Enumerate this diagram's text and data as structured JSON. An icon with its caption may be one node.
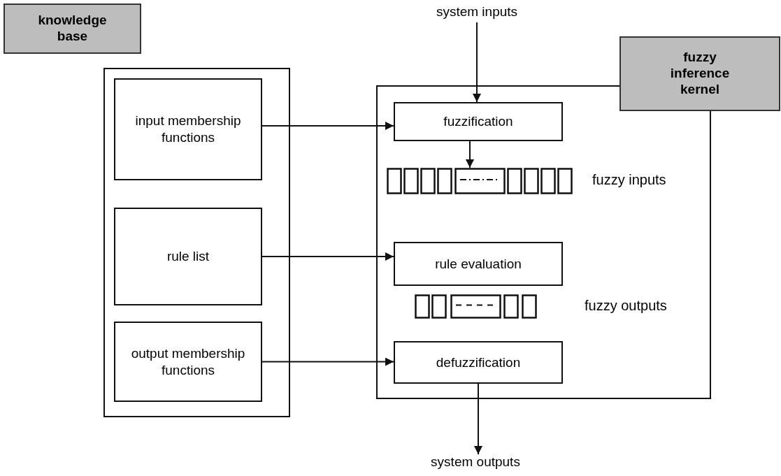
{
  "diagram": {
    "nodes": [
      {
        "text": [
          "knowledge base"
        ]
      },
      {
        "text": [
          "input membership functions"
        ],
        "in": 0
      },
      {
        "text": [
          "rule list"
        ],
        "in": 0
      },
      {
        "text": [
          "output membership functions"
        ],
        "in": 0
      },
      {
        "text": [
          "fuzzy inference kernel"
        ]
      },
      {
        "text": [
          "fuzzification"
        ],
        "in": 4
      },
      {
        "text": [
          "rule evaluation"
        ],
        "in": 4
      },
      {
        "text": [
          "defuzzification"
        ],
        "in": 4
      },
      {
        "text": [
          "system inputs"
        ]
      },
      {
        "text": [
          "system outputs"
        ]
      },
      {
        "text": [],
        "shape": "box",
        "in": 4,
        "beside": [
          "fuzzy inputs"
        ]
      },
      {
        "text": [],
        "shape": "box",
        "in": 4
      }
    ],
    "labels": [
      "fuzzy outputs"
    ],
    "edges": [
      {
        "from": 8,
        "to": 5,
        "arrow": "to"
      },
      {
        "from": 1,
        "to": 5,
        "arrow": "to"
      },
      {
        "from": 5,
        "to": 10,
        "arrow": "to"
      },
      {
        "from": 2,
        "to": 6,
        "arrow": "to"
      },
      {
        "from": 3,
        "to": 7,
        "arrow": "to"
      },
      {
        "from": 7,
        "to": 9,
        "arrow": "to"
      }
    ]
  }
}
